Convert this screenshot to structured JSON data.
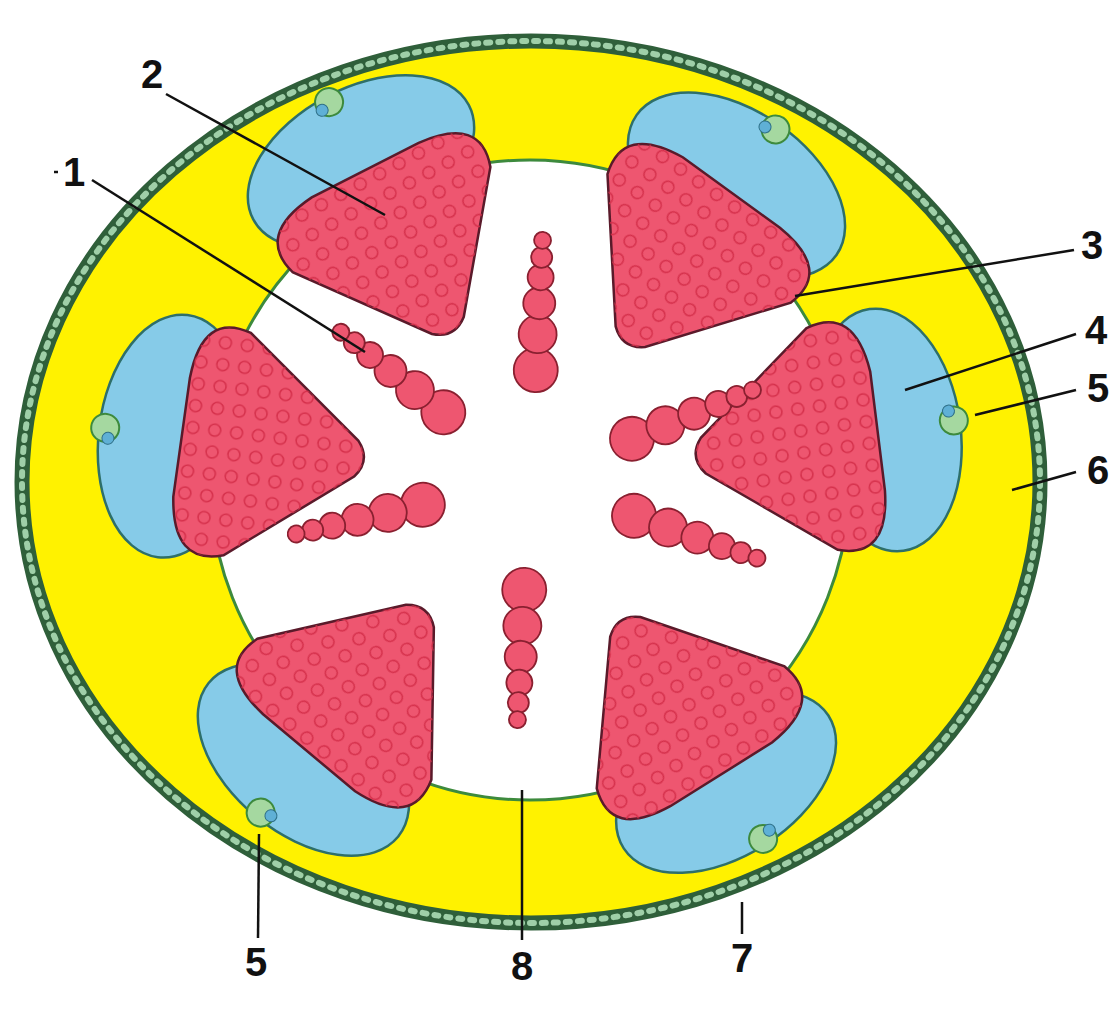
{
  "diagram": {
    "labels": [
      "2",
      "1",
      "3",
      "4",
      "5",
      "6",
      "5",
      "8",
      "7"
    ]
  }
}
